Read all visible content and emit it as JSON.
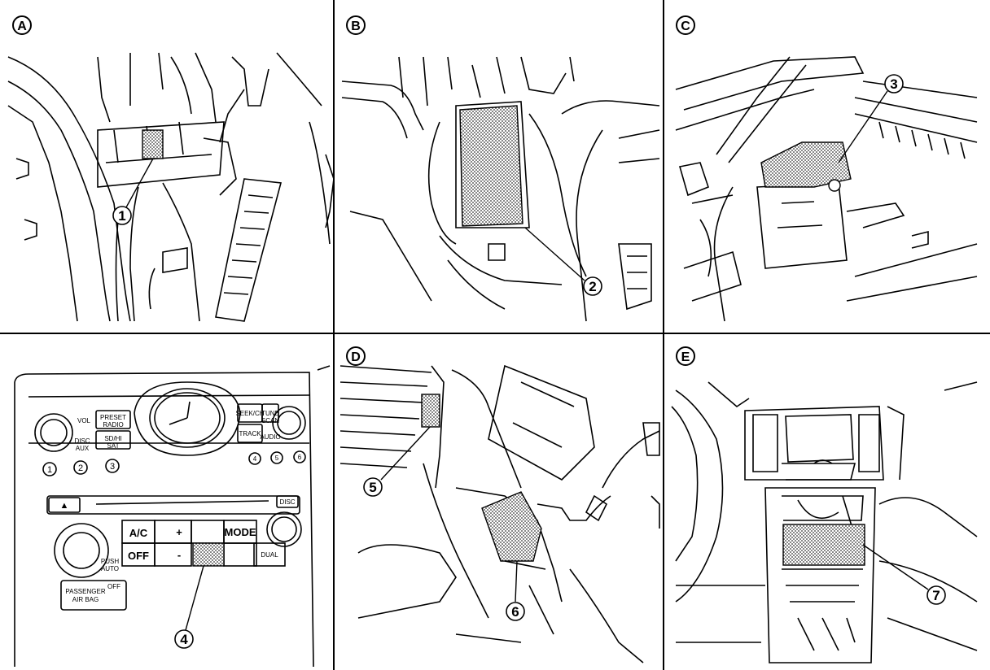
{
  "panels": [
    {
      "id": "A",
      "callouts": [
        "1"
      ]
    },
    {
      "id": "B",
      "callouts": [
        "2"
      ]
    },
    {
      "id": "C",
      "callouts": [
        "3"
      ]
    },
    {
      "id": "D",
      "callouts": [
        "5",
        "6"
      ]
    },
    {
      "id": "E",
      "callouts": [
        "7"
      ]
    }
  ],
  "callout_4": "4",
  "audio_panel": {
    "vol": "VOL",
    "preset_radio": "PRESET\nRADIO",
    "disc_aux": "DISC\nAUX",
    "sd_aux_sat": "SD/HI\nSAT",
    "seek_track": "SEEK/CH",
    "track": "TRACK",
    "tune_scan": "TUNE\nSCAN",
    "audio": "AUDIO",
    "presets": [
      "1",
      "2",
      "3",
      "4",
      "5",
      "6"
    ],
    "eject": "▲",
    "disc_indicator": "DISC",
    "ac": "A/C",
    "off": "OFF",
    "mode": "MODE",
    "fan_plus": "+",
    "fan_minus": "-",
    "push_auto": "PUSH\nAUTO",
    "dual": "DUAL",
    "airbag_line1": "PASSENGER",
    "airbag_line2": "AIR BAG",
    "airbag_off": "OFF"
  },
  "colors": {
    "line": "#000000",
    "hatch": "#555555",
    "background": "#ffffff"
  }
}
